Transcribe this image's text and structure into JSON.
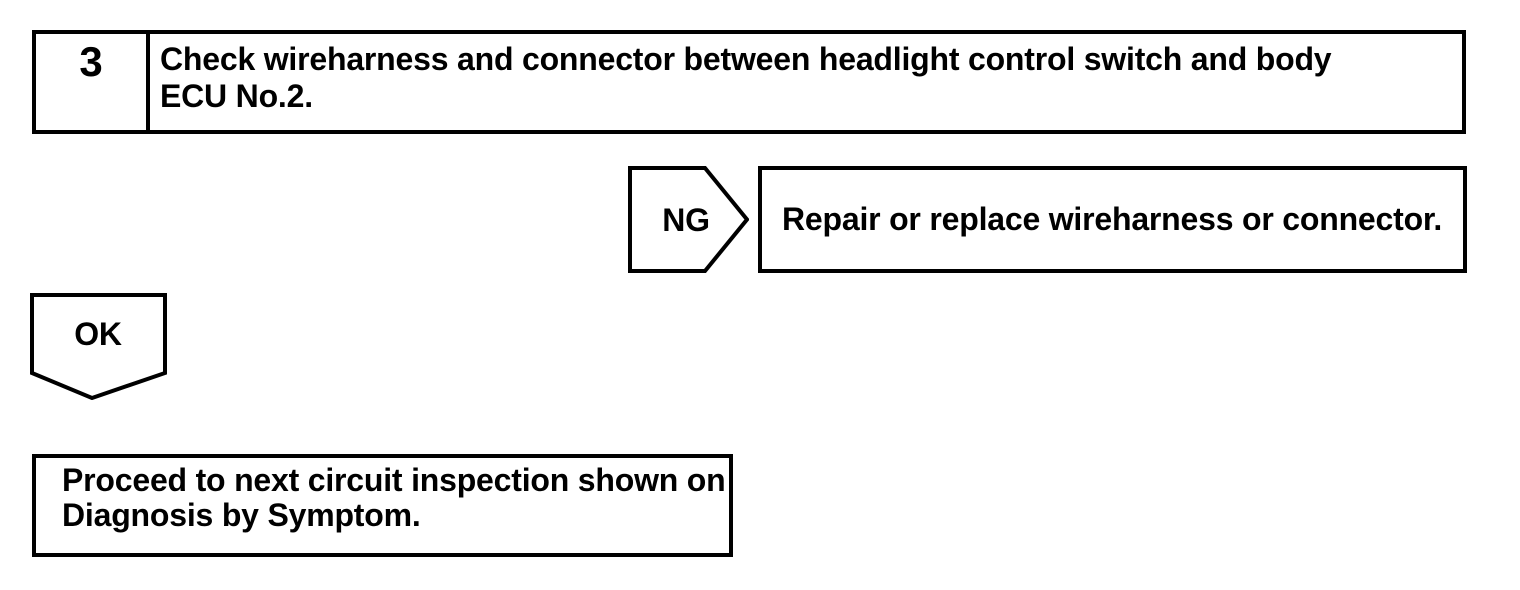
{
  "page": {
    "background_color": "#ffffff",
    "ink_color": "#000000",
    "kind": "diagnostic-flowchart"
  },
  "flowchart": {
    "step_box": {
      "number": "3",
      "instruction_lines": [
        "Check wireharness and connector between headlight control switch and body",
        "ECU No.2."
      ]
    },
    "ng_branch": {
      "arrow_label": "NG",
      "result": "Repair or replace wireharness or connector."
    },
    "ok_branch": {
      "arrow_label": "OK",
      "result_lines": [
        "Proceed to next circuit inspection shown on",
        "Diagnosis by Symptom."
      ]
    }
  }
}
